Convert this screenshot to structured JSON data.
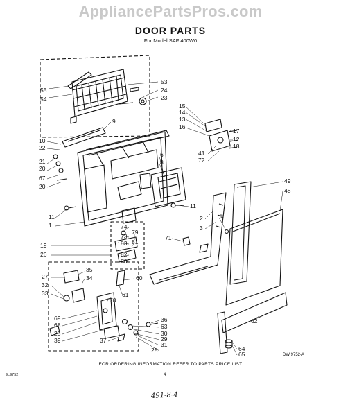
{
  "watermark": "AppliancePartsPros.com",
  "title": "DOOR PARTS",
  "subtitle": "For Model SAF 400W0",
  "footer_note": "FOR ORDERING INFORMATION REFER TO PARTS PRICE LIST",
  "drawing_number": "DW 9752-A",
  "page_code": "9L9752",
  "page_number": "4",
  "handwritten_note": "491-8-4",
  "callouts": [
    "55",
    "54",
    "53",
    "24",
    "23",
    "9",
    "10",
    "22",
    "21",
    "20",
    "67",
    "20",
    "15",
    "14",
    "13",
    "16",
    "17",
    "12",
    "18",
    "41",
    "72",
    "6",
    "8",
    "11",
    "49",
    "48",
    "11",
    "1",
    "2",
    "3",
    "5",
    "71",
    "74",
    "73",
    "83",
    "79",
    "81",
    "19",
    "26",
    "82",
    "80",
    "27",
    "35",
    "34",
    "32",
    "33",
    "60",
    "61",
    "70",
    "69",
    "68",
    "25",
    "39",
    "36",
    "63",
    "30",
    "29",
    "31",
    "28",
    "37",
    "62",
    "64",
    "65"
  ]
}
